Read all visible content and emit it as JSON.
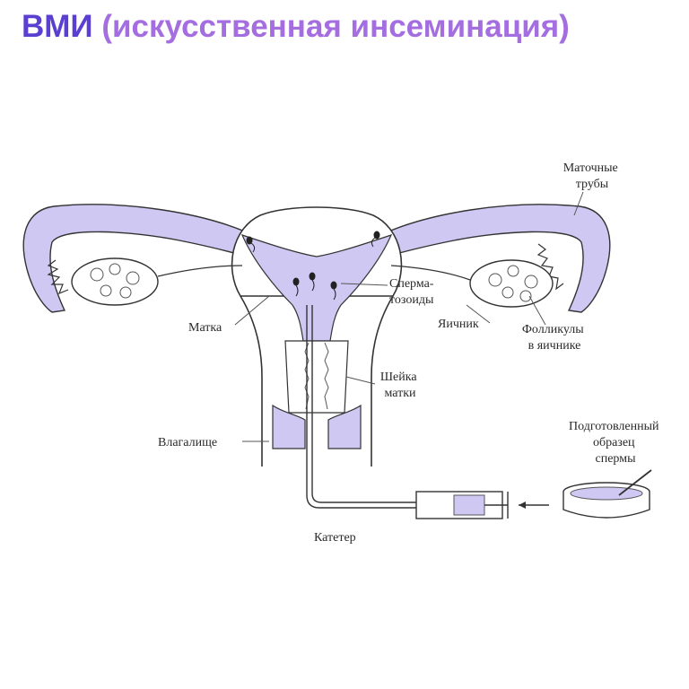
{
  "title": {
    "part1": "ВМИ",
    "part2": "(искусственная инсеминация)"
  },
  "labels": {
    "fallopian_tubes": [
      "Маточные",
      "трубы"
    ],
    "sperm": [
      "Сперма-",
      "тозоиды"
    ],
    "uterus": "Матка",
    "ovary": "Яичник",
    "follicles": [
      "Фолликулы",
      "в яичнике"
    ],
    "cervix": [
      "Шейка",
      "матки"
    ],
    "vagina": "Влагалище",
    "prepared_sample": [
      "Подготовленный",
      "образец",
      "спермы"
    ],
    "catheter": "Катетер"
  },
  "colors": {
    "title_primary": "#5a3fd0",
    "title_secondary": "#a46de0",
    "tissue_fill": "#cfc8f2",
    "line": "#333333"
  }
}
